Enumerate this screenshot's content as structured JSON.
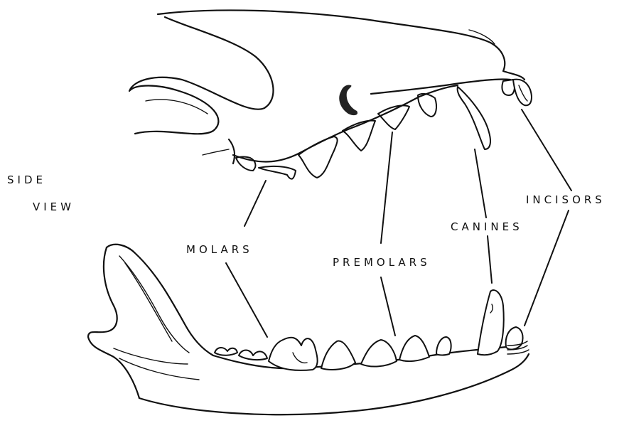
{
  "view_label": {
    "line1": "SIDE",
    "line2": "VIEW"
  },
  "labels": {
    "molars": "MOLARS",
    "premolars": "PREMOLARS",
    "canines": "CANINES",
    "incisors": "INCISORS"
  }
}
